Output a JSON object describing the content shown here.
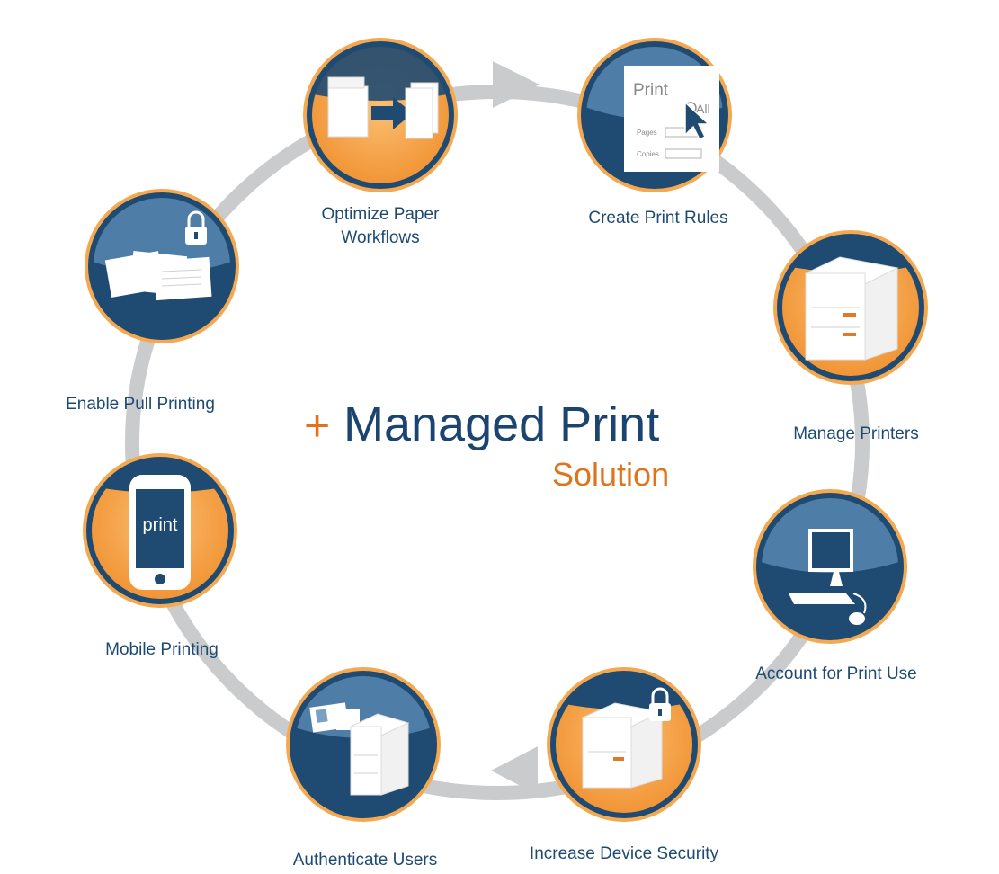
{
  "center": {
    "plus": "+",
    "title": "Managed Print",
    "subtitle": "Solution"
  },
  "colors": {
    "ring": "#c9cbcd",
    "navy": "#1f4a72",
    "orange": "#f5a24a",
    "text": "#1d4a72",
    "accent": "#e0741c"
  },
  "nodes": [
    {
      "id": "optimize",
      "label": "Optimize Paper",
      "label2": "Workflows",
      "icon": "printer-to-paper-icon"
    },
    {
      "id": "rules",
      "label": "Create Print Rules",
      "icon": "print-dialog-icon"
    },
    {
      "id": "manage",
      "label": "Manage Printers",
      "icon": "printer-icon"
    },
    {
      "id": "account",
      "label": "Account for Print Use",
      "icon": "computer-icon"
    },
    {
      "id": "security",
      "label": "Increase Device Security",
      "icon": "locked-printer-icon"
    },
    {
      "id": "auth",
      "label": "Authenticate Users",
      "icon": "id-card-printer-icon"
    },
    {
      "id": "mobile",
      "label": "Mobile Printing",
      "icon": "smartphone-icon"
    },
    {
      "id": "pull",
      "label": "Enable Pull Printing",
      "icon": "locked-documents-icon"
    }
  ],
  "icon_text": {
    "dialog_title": "Print",
    "dialog_all": "All",
    "dialog_pages": "Pages",
    "dialog_copies": "Copies",
    "phone_text": "print"
  }
}
